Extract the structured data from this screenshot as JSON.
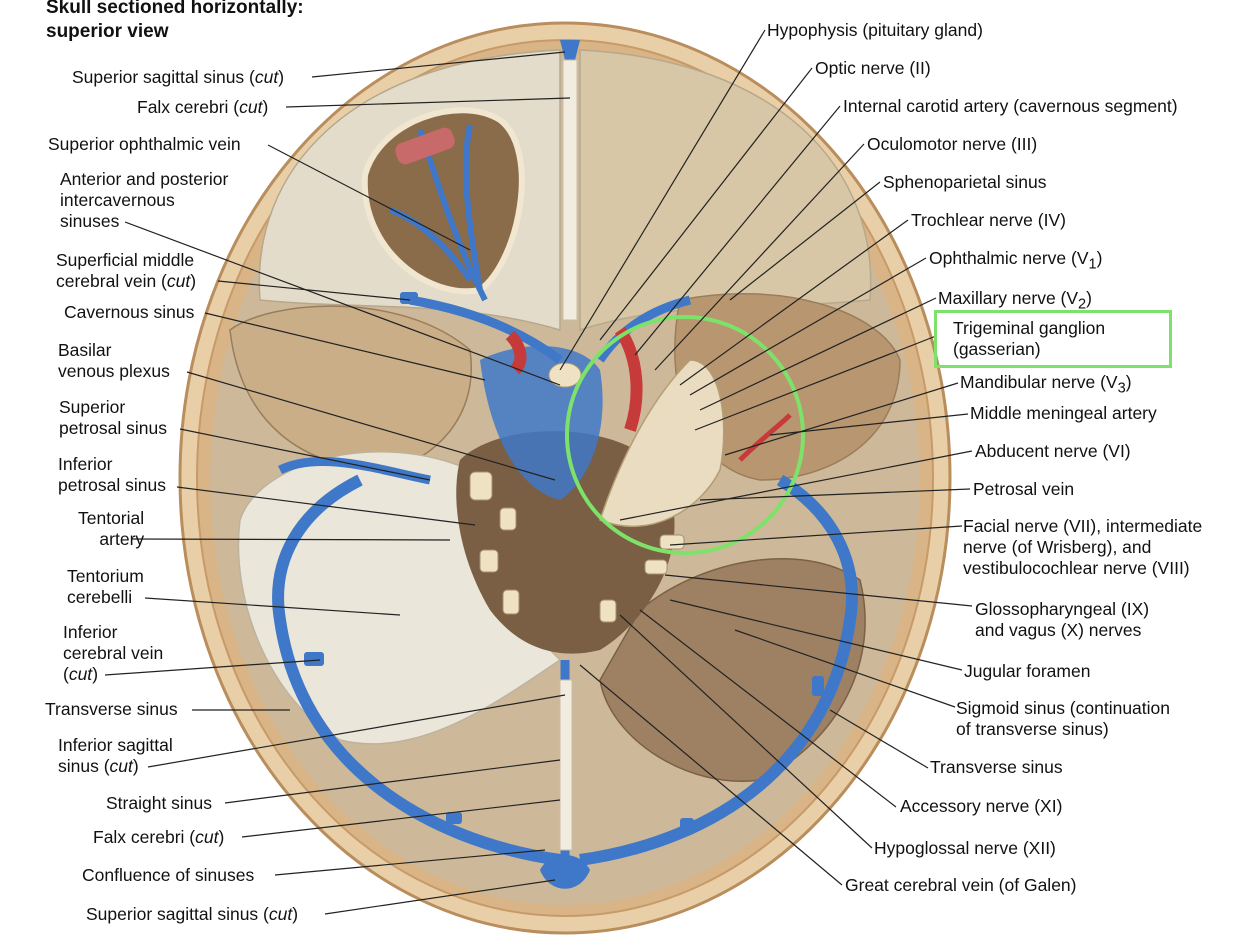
{
  "title": {
    "line1": "Skull sectioned horizontally:",
    "line2": "superior view"
  },
  "colors": {
    "vein_blue": "#3f78c8",
    "bone_tan": "#e6c9a4",
    "fossa_brown": "#8a6d4e",
    "dura_cream": "#efe8d8",
    "artery_red": "#c73a3a",
    "highlight_green": "#7ee26a"
  },
  "labels_left": {
    "superior_sagittal_sinus_top": {
      "line1": "Superior sagittal sinus (",
      "italic": "cut",
      "tail": ")"
    },
    "falx_cerebri_top": {
      "line1": "Falx cerebri (",
      "italic": "cut",
      "tail": ")"
    },
    "superior_ophthalmic_vein": "Superior ophthalmic vein",
    "intercavernous": {
      "line1": "Anterior and posterior",
      "line2": "intercavernous",
      "line3": "sinuses"
    },
    "superficial_middle_cerebral": {
      "line1": "Superficial middle",
      "line2": "cerebral vein (",
      "italic": "cut",
      "tail": ")"
    },
    "cavernous_sinus": "Cavernous sinus",
    "basilar_plexus": {
      "line1": "Basilar",
      "line2": "venous plexus"
    },
    "superior_petrosal": {
      "line1": "Superior",
      "line2": "petrosal sinus"
    },
    "inferior_petrosal": {
      "line1": "Inferior",
      "line2": "petrosal sinus"
    },
    "tentorial_artery": {
      "line1": "Tentorial",
      "line2": "artery"
    },
    "tentorium": {
      "line1": "Tentorium",
      "line2": "cerebelli"
    },
    "inferior_cerebral_vein": {
      "line1": "Inferior",
      "line2": "cerebral vein",
      "line3_italic": "cut"
    },
    "transverse_sinus_left": "Transverse sinus",
    "inferior_sagittal": {
      "line1": "Inferior sagittal",
      "line2": "sinus (",
      "italic": "cut",
      "tail": ")"
    },
    "straight_sinus": "Straight sinus",
    "falx_cerebri_bottom": {
      "line1": "Falx cerebri (",
      "italic": "cut",
      "tail": ")"
    },
    "confluence": "Confluence of sinuses",
    "superior_sagittal_sinus_bottom": {
      "line1": "Superior sagittal sinus (",
      "italic": "cut",
      "tail": ")"
    }
  },
  "labels_right": {
    "hypophysis": "Hypophysis (pituitary gland)",
    "optic_nerve": "Optic nerve (II)",
    "internal_carotid": "Internal carotid artery (cavernous segment)",
    "oculomotor": "Oculomotor nerve (III)",
    "sphenoparietal": "Sphenoparietal sinus",
    "trochlear": "Trochlear nerve (IV)",
    "ophthalmic": {
      "text": "Ophthalmic nerve (V",
      "sub": "1",
      "tail": ")"
    },
    "maxillary": {
      "text": "Maxillary nerve (V",
      "sub": "2",
      "tail": ")"
    },
    "trigeminal": {
      "line1": "Trigeminal ganglion",
      "line2": "(gasserian)"
    },
    "mandibular": {
      "text": "Mandibular nerve (V",
      "sub": "3",
      "tail": ")"
    },
    "middle_meningeal": "Middle meningeal artery",
    "abducent": "Abducent nerve (VI)",
    "petrosal_vein": "Petrosal vein",
    "facial": {
      "line1": "Facial nerve (VII), intermediate",
      "line2": "nerve (of Wrisberg), and",
      "line3": "vestibulocochlear nerve (VIII)"
    },
    "glossopharyngeal": {
      "line1": "Glossopharyngeal (IX)",
      "line2": "and vagus (X) nerves"
    },
    "jugular_foramen": "Jugular foramen",
    "sigmoid": {
      "line1": "Sigmoid sinus (continuation",
      "line2": "of transverse sinus)"
    },
    "transverse_sinus_right": "Transverse sinus",
    "accessory": "Accessory nerve (XI)",
    "hypoglossal": "Hypoglossal nerve (XII)",
    "great_cerebral_vein": "Great cerebral vein (of Galen)"
  }
}
